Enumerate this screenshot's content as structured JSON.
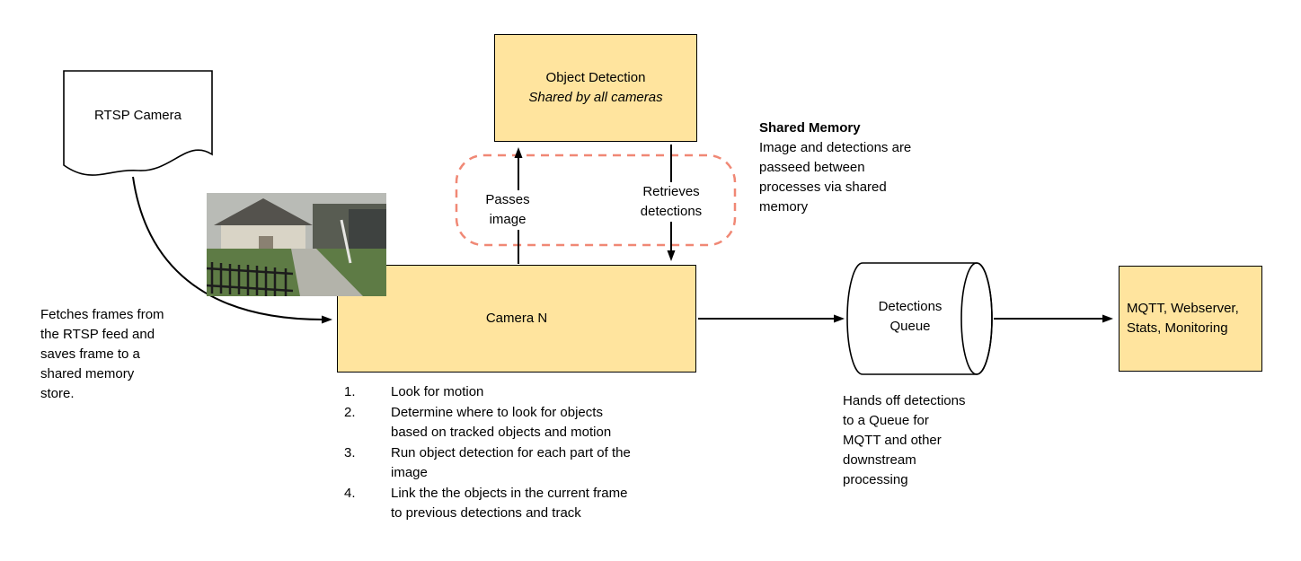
{
  "nodes": {
    "rtsp_camera": {
      "label": "RTSP Camera"
    },
    "object_detection": {
      "title": "Object Detection",
      "subtitle": "Shared by all cameras"
    },
    "camera_n": {
      "label": "Camera N"
    },
    "detections_queue": {
      "label": "Detections\nQueue"
    },
    "outputs": {
      "label": "MQTT, Webserver,\nStats, Monitoring"
    }
  },
  "annotations": {
    "fetch_note": "Fetches frames from\nthe RTSP feed and\nsaves frame to a\nshared memory\nstore.",
    "shared_memory_title": "Shared Memory",
    "shared_memory_body": "Image and detections are\npasseed between\nprocesses via shared\nmemory",
    "passes_image": "Passes\nimage",
    "retrieves_detections": "Retrieves\ndetections",
    "queue_note": "Hands off detections\nto a Queue for\nMQTT and other\ndownstream\nprocessing"
  },
  "camera_steps": [
    {
      "num": "1.",
      "text": "Look for motion"
    },
    {
      "num": "2.",
      "text": "Determine where to look for objects\nbased on tracked objects and motion"
    },
    {
      "num": "3.",
      "text": "Run object detection for each part of the\nimage"
    },
    {
      "num": "4.",
      "text": "Link the the objects in the current frame\nto previous detections and track"
    }
  ],
  "colors": {
    "node_fill": "#ffe49e",
    "node_border": "#000000",
    "shared_memory_boundary": "#f08875",
    "connector": "#000000"
  }
}
